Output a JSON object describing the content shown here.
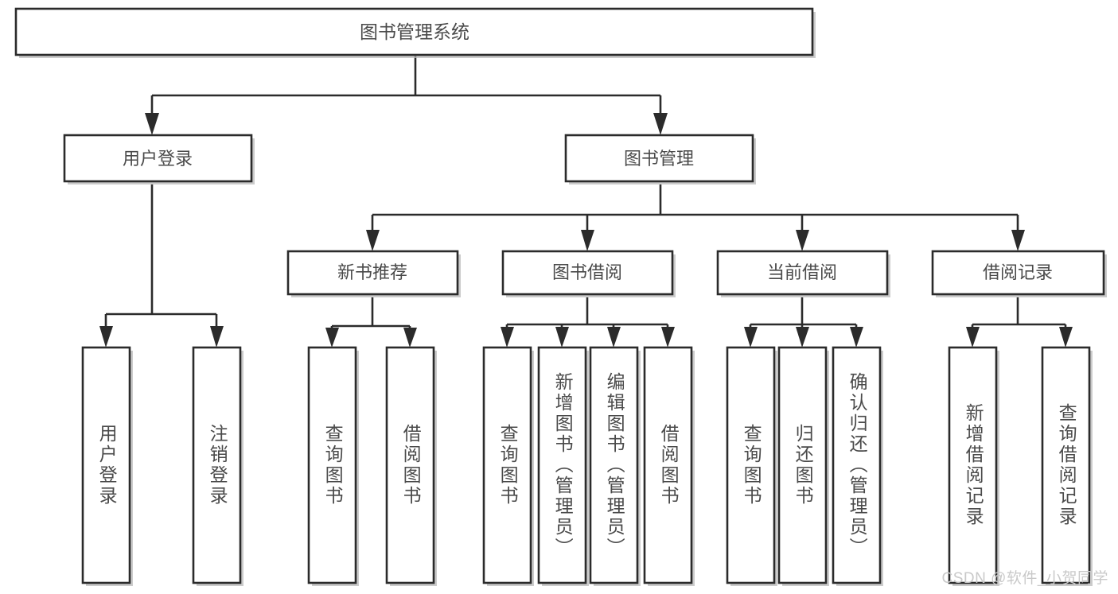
{
  "diagram": {
    "type": "tree",
    "title": "图书管理系统",
    "watermark": "CSDN @软件_小贺同学",
    "colors": {
      "stroke": "#2b2b2b",
      "fill": "#ffffff",
      "text": "#4a4a4a",
      "shadow": "#b9b9b9",
      "watermark": "#c9c9c9"
    },
    "root": {
      "label": "图书管理系统"
    },
    "level2": [
      {
        "label": "用户登录"
      },
      {
        "label": "图书管理"
      }
    ],
    "level3": [
      {
        "label": "新书推荐"
      },
      {
        "label": "图书借阅"
      },
      {
        "label": "当前借阅"
      },
      {
        "label": "借阅记录"
      }
    ],
    "leaves": {
      "user_login": [
        {
          "label": "用户登录"
        },
        {
          "label": "注销登录"
        }
      ],
      "new_book": [
        {
          "label": "查询图书"
        },
        {
          "label": "借阅图书"
        }
      ],
      "book_borrow": [
        {
          "label": "查询图书"
        },
        {
          "label": "新增图书（管理员）"
        },
        {
          "label": "编辑图书（管理员）"
        },
        {
          "label": "借阅图书"
        }
      ],
      "current_borrow": [
        {
          "label": "查询图书"
        },
        {
          "label": "归还图书"
        },
        {
          "label": "确认归还（管理员）"
        }
      ],
      "borrow_record": [
        {
          "label": "新增借阅记录"
        },
        {
          "label": "查询借阅记录"
        }
      ]
    }
  }
}
